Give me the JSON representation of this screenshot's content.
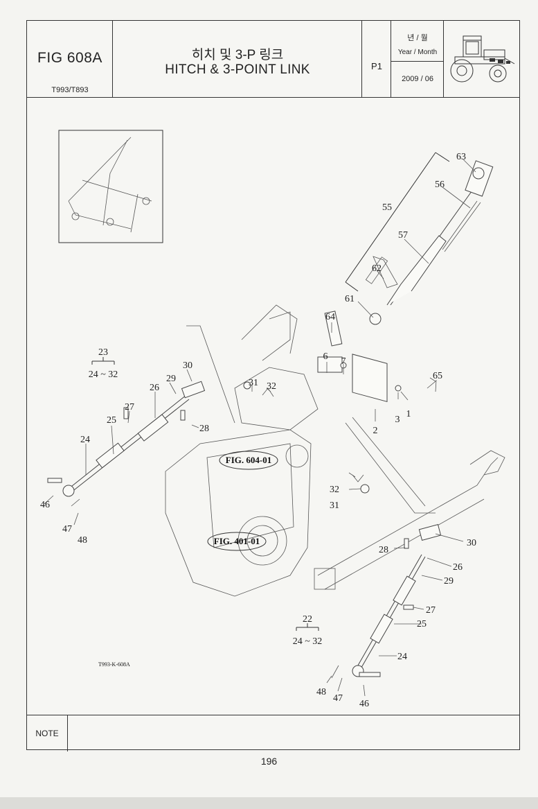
{
  "header": {
    "figure_number": "FIG 608A",
    "models": "T993/T893",
    "title_ko": "히치 및 3-P 링크",
    "title_en": "HITCH & 3-POINT LINK",
    "page_code": "P1",
    "year_month_ko": "년 / 월",
    "year_month_en": "Year / Month",
    "year_month_value": "2009 / 06"
  },
  "drawing": {
    "callouts": {
      "c63": "63",
      "c56": "56",
      "c55": "55",
      "c57": "57",
      "c62": "62",
      "c61": "61",
      "c64": "64",
      "c6": "6",
      "c7": "7",
      "c65": "65",
      "c1": "1",
      "c3": "3",
      "c2": "2",
      "c23": "23",
      "c23r": "24 ~ 32",
      "c30a": "30",
      "c29a": "29",
      "c31a": "31",
      "c32a": "32",
      "c26a": "26",
      "c27a": "27",
      "c25a": "25",
      "c28a": "28",
      "c24a": "24",
      "c46a": "46",
      "c47a": "47",
      "c48a": "48",
      "c32b": "32",
      "c31b": "31",
      "c30b": "30",
      "c28b": "28",
      "c26b": "26",
      "c29b": "29",
      "c27b": "27",
      "c25b": "25",
      "c22": "22",
      "c22r": "24 ~ 32",
      "c24b": "24",
      "c48b": "48",
      "c47b": "47",
      "c46b": "46"
    },
    "fig_refs": {
      "ref1": "FIG. 604-01",
      "ref2": "FIG. 401-01"
    },
    "drawing_code": "T993-K-608A"
  },
  "footer": {
    "note_label": "NOTE",
    "page_number": "196"
  }
}
